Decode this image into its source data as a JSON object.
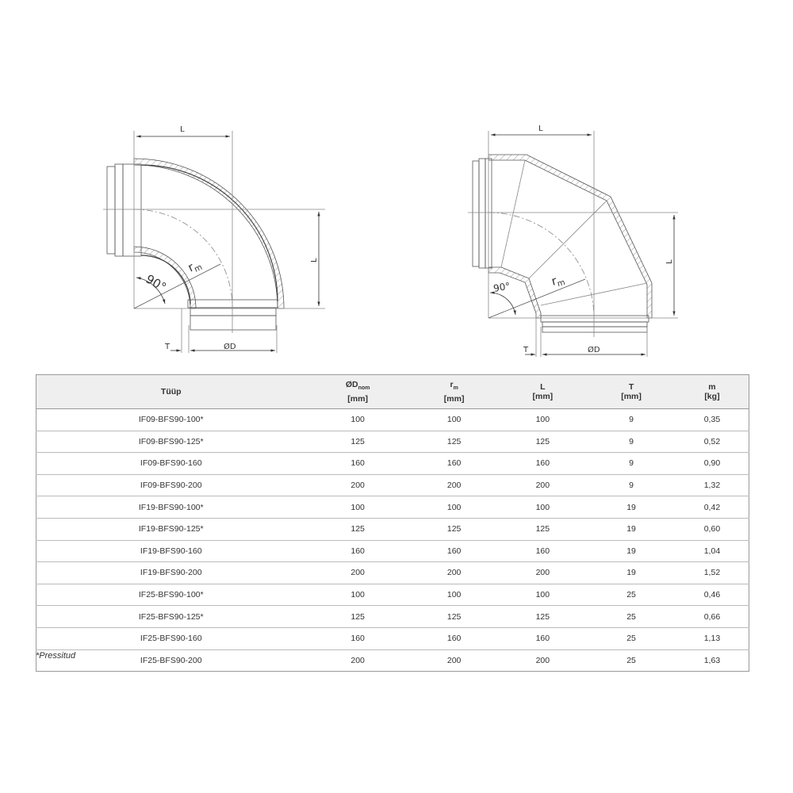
{
  "drawing_left": {
    "label_L_top": "L",
    "label_L_side": "L",
    "label_rm": "r",
    "label_rm_sub": "m",
    "label_angle": "90°",
    "label_T": "T",
    "label_D": "ØD"
  },
  "drawing_right": {
    "label_L_top": "L",
    "label_L_side": "L",
    "label_rm": "r",
    "label_rm_sub": "m",
    "label_angle": "90°",
    "label_T": "T",
    "label_D": "ØD"
  },
  "table": {
    "headers": [
      {
        "main": "Tüüp",
        "sub": "",
        "unit": ""
      },
      {
        "main": "ØD",
        "sub": "nom",
        "unit": "[mm]"
      },
      {
        "main": "r",
        "sub": "m",
        "unit": "[mm]"
      },
      {
        "main": "L",
        "sub": "",
        "unit": "[mm]"
      },
      {
        "main": "T",
        "sub": "",
        "unit": "[mm]"
      },
      {
        "main": "m",
        "sub": "",
        "unit": "[kg]"
      }
    ],
    "rows": [
      [
        "IF09-BFS90-100*",
        "100",
        "100",
        "100",
        "9",
        "0,35"
      ],
      [
        "IF09-BFS90-125*",
        "125",
        "125",
        "125",
        "9",
        "0,52"
      ],
      [
        "IF09-BFS90-160",
        "160",
        "160",
        "160",
        "9",
        "0,90"
      ],
      [
        "IF09-BFS90-200",
        "200",
        "200",
        "200",
        "9",
        "1,32"
      ],
      [
        "IF19-BFS90-100*",
        "100",
        "100",
        "100",
        "19",
        "0,42"
      ],
      [
        "IF19-BFS90-125*",
        "125",
        "125",
        "125",
        "19",
        "0,60"
      ],
      [
        "IF19-BFS90-160",
        "160",
        "160",
        "160",
        "19",
        "1,04"
      ],
      [
        "IF19-BFS90-200",
        "200",
        "200",
        "200",
        "19",
        "1,52"
      ],
      [
        "IF25-BFS90-100*",
        "100",
        "100",
        "100",
        "25",
        "0,46"
      ],
      [
        "IF25-BFS90-125*",
        "125",
        "125",
        "125",
        "25",
        "0,66"
      ],
      [
        "IF25-BFS90-160",
        "160",
        "160",
        "160",
        "25",
        "1,13"
      ],
      [
        "IF25-BFS90-200",
        "200",
        "200",
        "200",
        "25",
        "1,63"
      ]
    ]
  },
  "footnote": "*Pressitud"
}
